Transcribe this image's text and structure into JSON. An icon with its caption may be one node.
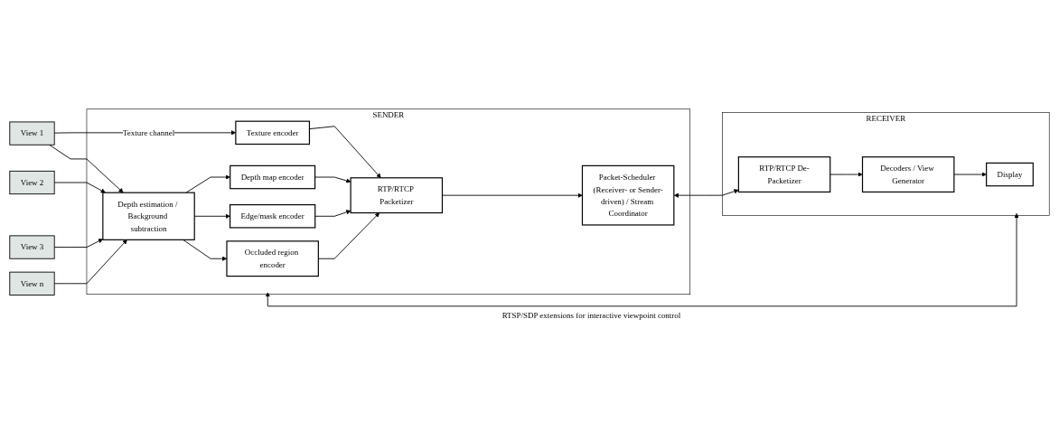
{
  "diagram": {
    "nodes": [
      {
        "text": [
          "View 1"
        ]
      },
      {
        "text": [
          "View 2"
        ]
      },
      {
        "text": [
          "View 3"
        ]
      },
      {
        "text": [
          "View n"
        ]
      },
      {
        "text": [
          "SENDER"
        ]
      },
      {
        "text": [
          "Texture encoder"
        ],
        "in": 4
      },
      {
        "text": [
          "Depth estimation / Background subtraction"
        ],
        "in": 4
      },
      {
        "text": [
          "Depth map encoder"
        ],
        "in": 4
      },
      {
        "text": [
          "Edge/mask encoder"
        ],
        "in": 4
      },
      {
        "text": [
          "Occluded region encoder"
        ],
        "in": 4
      },
      {
        "text": [
          "RTP/RTCP Packetizer"
        ],
        "in": 4
      },
      {
        "text": [
          "Packet-Scheduler (Receiver- or Sender-driven) / Stream Coordinator"
        ],
        "in": 4
      },
      {
        "text": [
          "RECEIVER"
        ]
      },
      {
        "text": [
          "RTP/RTCP De-Packetizer"
        ],
        "in": 12
      },
      {
        "text": [
          "Decoders / View Generator"
        ],
        "in": 12
      },
      {
        "text": [
          "Display"
        ],
        "in": 12
      }
    ],
    "edges": [
      {
        "from": 0,
        "to": 5,
        "arrow": "to",
        "label": "Texture channel"
      },
      {
        "from": 0,
        "to": 6,
        "arrow": "to"
      },
      {
        "from": 1,
        "to": 6,
        "arrow": "to"
      },
      {
        "from": 2,
        "to": 6,
        "arrow": "to"
      },
      {
        "from": 3,
        "to": 6,
        "arrow": "to"
      },
      {
        "from": 6,
        "to": 7,
        "arrow": "to"
      },
      {
        "from": 6,
        "to": 8,
        "arrow": "to"
      },
      {
        "from": 6,
        "to": 9,
        "arrow": "to"
      },
      {
        "from": 5,
        "to": 10,
        "arrow": "to"
      },
      {
        "from": 7,
        "to": 10,
        "arrow": "to"
      },
      {
        "from": 8,
        "to": 10,
        "arrow": "to"
      },
      {
        "from": 9,
        "to": 10,
        "arrow": "to"
      },
      {
        "from": 10,
        "to": 11,
        "arrow": "to"
      },
      {
        "from": 11,
        "to": 13,
        "arrow": "both"
      },
      {
        "from": 13,
        "to": 14,
        "arrow": "to"
      },
      {
        "from": 14,
        "to": 15,
        "arrow": "to"
      },
      {
        "from": 4,
        "to": 12,
        "arrow": "both",
        "label": "RTSP/SDP extensions for interactive viewpoint control"
      }
    ]
  }
}
